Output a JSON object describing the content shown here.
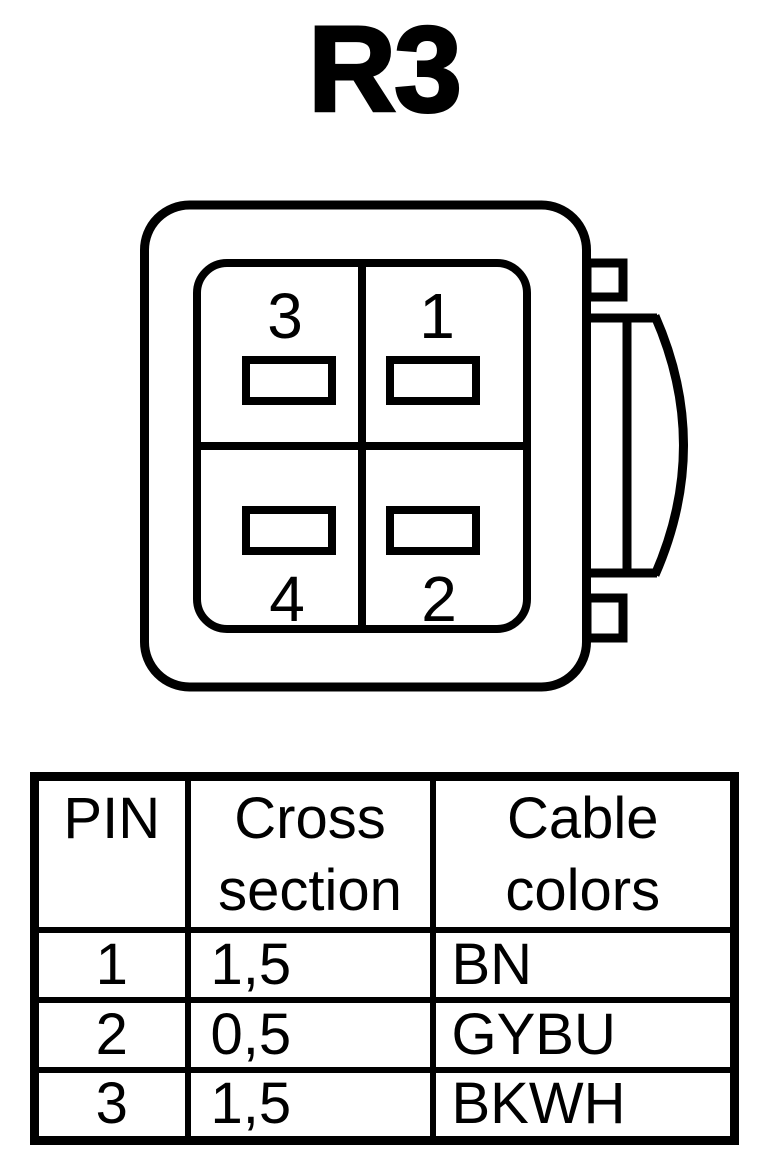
{
  "title": "R3",
  "connector": {
    "name": "R3 connector face view",
    "pins": [
      {
        "label": "3",
        "position": "top-left"
      },
      {
        "label": "1",
        "position": "top-right"
      },
      {
        "label": "4",
        "position": "bottom-left"
      },
      {
        "label": "2",
        "position": "bottom-right"
      }
    ]
  },
  "table": {
    "headers": [
      "PIN",
      "Cross section",
      "Cable colors"
    ],
    "rows": [
      {
        "pin": "1",
        "cross_section": "1,5",
        "cable_colors": "BN"
      },
      {
        "pin": "2",
        "cross_section": "0,5",
        "cable_colors": "GYBU"
      },
      {
        "pin": "3",
        "cross_section": "1,5",
        "cable_colors": "BKWH"
      }
    ]
  },
  "colors": {
    "ink": "#000000",
    "background": "#ffffff"
  }
}
